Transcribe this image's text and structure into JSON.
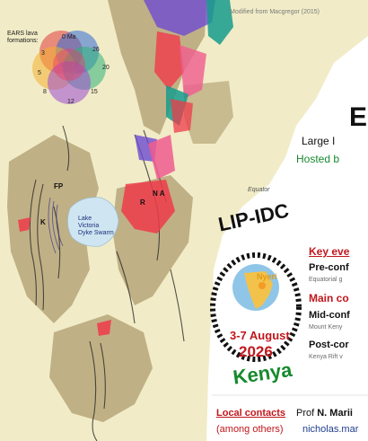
{
  "credit": "Modified from Macgregor (2015)",
  "legend": {
    "title": "EARS lava formations:",
    "ages": [
      "0 Ma",
      "3",
      "5",
      "8",
      "12",
      "15",
      "20",
      "26"
    ]
  },
  "map_labels": {
    "lake": "Lake Victoria Dyke Swarm",
    "fp": "FP",
    "k": "K",
    "r": "R",
    "na": "N A",
    "equator": "Equator"
  },
  "header": {
    "big_letter": "E",
    "large_word": "Large I",
    "hosted": "Hosted b"
  },
  "logo": {
    "title": "LIP-IDC",
    "town": "Nyeri",
    "dates": "3-7 August",
    "year": "2026",
    "country": "Kenya"
  },
  "sections": {
    "key_events": "Key eve",
    "pre_conf": "Pre-conf",
    "pre_conf_sub": "Equatorial g",
    "main_conf": "Main co",
    "mid_conf": "Mid-conf",
    "mid_conf_sub": "Mount Keny",
    "post_conf": "Post-cor",
    "post_conf_sub": "Kenya Rift v"
  },
  "contacts": {
    "local_label": "Local contacts",
    "prof_prefix": "Prof ",
    "prof_name": "N. Marii",
    "among": "(among others)",
    "email": "nicholas.mar"
  },
  "colors": {
    "sea": "#ffffff",
    "lowland": "#f1ecc7",
    "highland": "#b7a679",
    "lake": "#cfe6f2",
    "rift_lines": "#2b2b2b",
    "lava_red": "#ef3b4a",
    "lava_pink": "#f05c8f",
    "lava_purple": "#6e4bd1",
    "lava_teal": "#169c8c",
    "accent_red": "#c0171c",
    "accent_green": "#168a2e",
    "accent_blue": "#1f3d8f"
  }
}
